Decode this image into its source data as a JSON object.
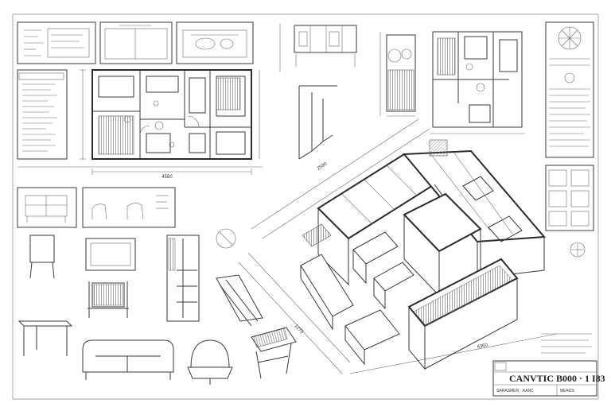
{
  "sheet": {
    "title_block": {
      "main_title": "CANVTIC B000 · 1 I83",
      "line_a": "SARASMEN · RANC",
      "line_b": "MEADS"
    },
    "plan_dimension": "4580",
    "iso_dimension": "2580",
    "iso_dimension_b": "1270",
    "iso_dimension_c": "4360"
  }
}
